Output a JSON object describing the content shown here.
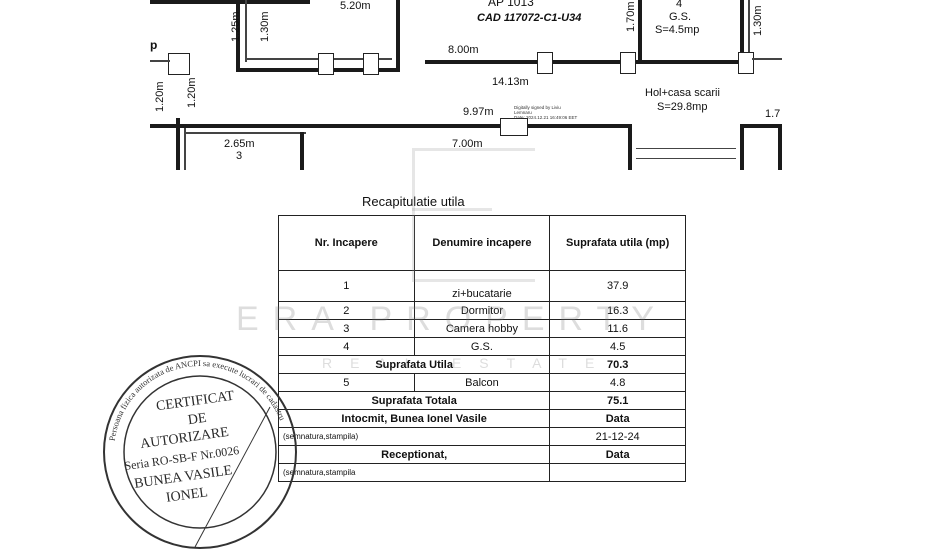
{
  "plan": {
    "apartment": "AP 1013",
    "cadastral": "CAD 117072-C1-U34",
    "dims": {
      "d520": "5.20m",
      "d125": "1.25m",
      "d130a": "1.30m",
      "d800": "8.00m",
      "d170": "1.70m",
      "d130b": "1.30m",
      "d1413": "14.13m",
      "d120a": "1.20m",
      "d120b": "1.20m",
      "d997": "9.97m",
      "d265": "2.65m",
      "d700": "7.00m",
      "d17": "1.7"
    },
    "p_label": "p",
    "room4_num": "4",
    "room4_name": "G.S.",
    "room4_area": "S=4.5mp",
    "hol_name": "Hol+casa scarii",
    "hol_area": "S=29.8mp",
    "room3_num": "3",
    "signed_l1": "Digitally signed by Liviu",
    "signed_l2": "Lemnaru",
    "signed_l3": "Date: 2024.12.21 16:49:06 EET"
  },
  "table": {
    "caption": "Recapitulatie utila",
    "headers": [
      "Nr. Incapere",
      "Denumire incapere",
      "Suprafata utila (mp)"
    ],
    "rows": [
      [
        "1",
        "zi+bucatarie",
        "37.9"
      ],
      [
        "2",
        "Dormitor",
        "16.3"
      ],
      [
        "3",
        "Camera hobby",
        "11.6"
      ],
      [
        "4",
        "G.S.",
        "4.5"
      ]
    ],
    "subtotal_label": "Suprafata Utila",
    "subtotal_value": "70.3",
    "balcon": [
      "5",
      "Balcon",
      "4.8"
    ],
    "total_label": "Suprafata Totala",
    "total_value": "75.1",
    "intocmit_label": "Intocmit, Bunea Ionel Vasile",
    "data_label": "Data",
    "semnatura1": "(semnatura,stampila)",
    "date_value": "21-12-24",
    "receptionat_label": "Receptionat,",
    "data_label2": "Data",
    "semnatura2": "(semnatura,stampila"
  },
  "stamp": {
    "line1": "CERTIFICAT",
    "line2": "DE",
    "line3": "AUTORIZARE",
    "line4": "Seria RO-SB-F Nr.0026",
    "line5": "BUNEA VASILE",
    "line6": "IONEL",
    "rim": "Persoana fizica autorizata de ANCPI sa execute lucrari de cadastru"
  },
  "watermark": {
    "brand": "ERA PROPERTY",
    "sub": "REAL ESTATE"
  }
}
